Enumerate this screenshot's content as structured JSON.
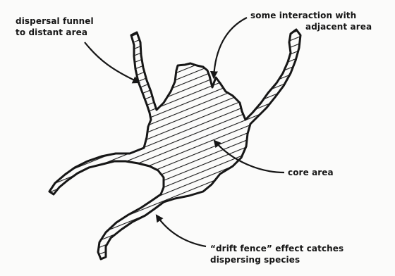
{
  "labels": {
    "dispersal_funnel": [
      "dispersal funnel",
      "to distant area"
    ],
    "interaction": [
      "some interaction with",
      "adjacent area"
    ],
    "core": [
      "core area"
    ],
    "drift_fence": [
      "“drift fence” effect catches",
      "dispersing species"
    ]
  },
  "colors": {
    "ink": "#161616",
    "paper": "#fbfbfa"
  }
}
